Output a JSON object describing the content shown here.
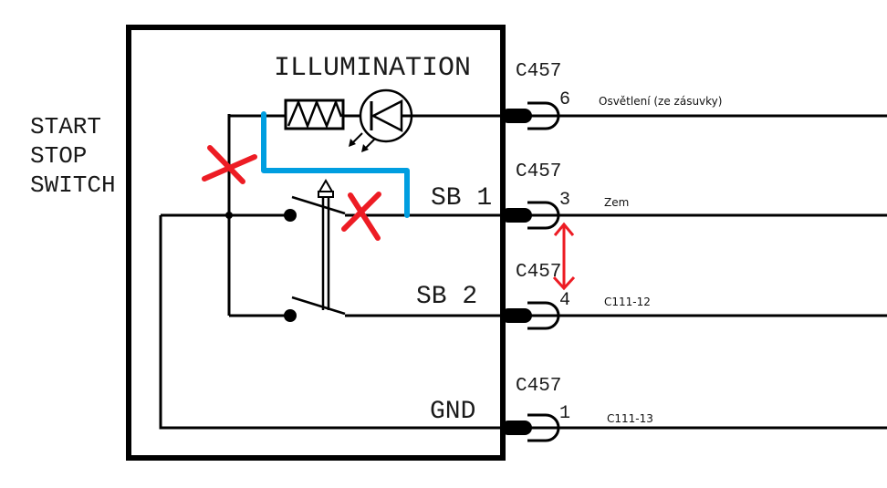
{
  "diagram": {
    "side_label": [
      "START",
      "STOP",
      "SWITCH"
    ],
    "illumination_label": "ILLUMINATION",
    "switch_labels": {
      "sb1": "SB 1",
      "sb2": "SB 2",
      "gnd": "GND"
    },
    "connectors": [
      {
        "id": "C457",
        "pin": "6",
        "wire_label": "Osvětlení (ze zásuvky)"
      },
      {
        "id": "C457",
        "pin": "3",
        "wire_label": "Zem"
      },
      {
        "id": "C457",
        "pin": "4",
        "wire_label": "C111-12"
      },
      {
        "id": "C457",
        "pin": "1",
        "wire_label": "C111-13"
      }
    ],
    "colors": {
      "wire": "#000000",
      "modification": "#009ee0",
      "annotation": "#ed1c24"
    }
  }
}
